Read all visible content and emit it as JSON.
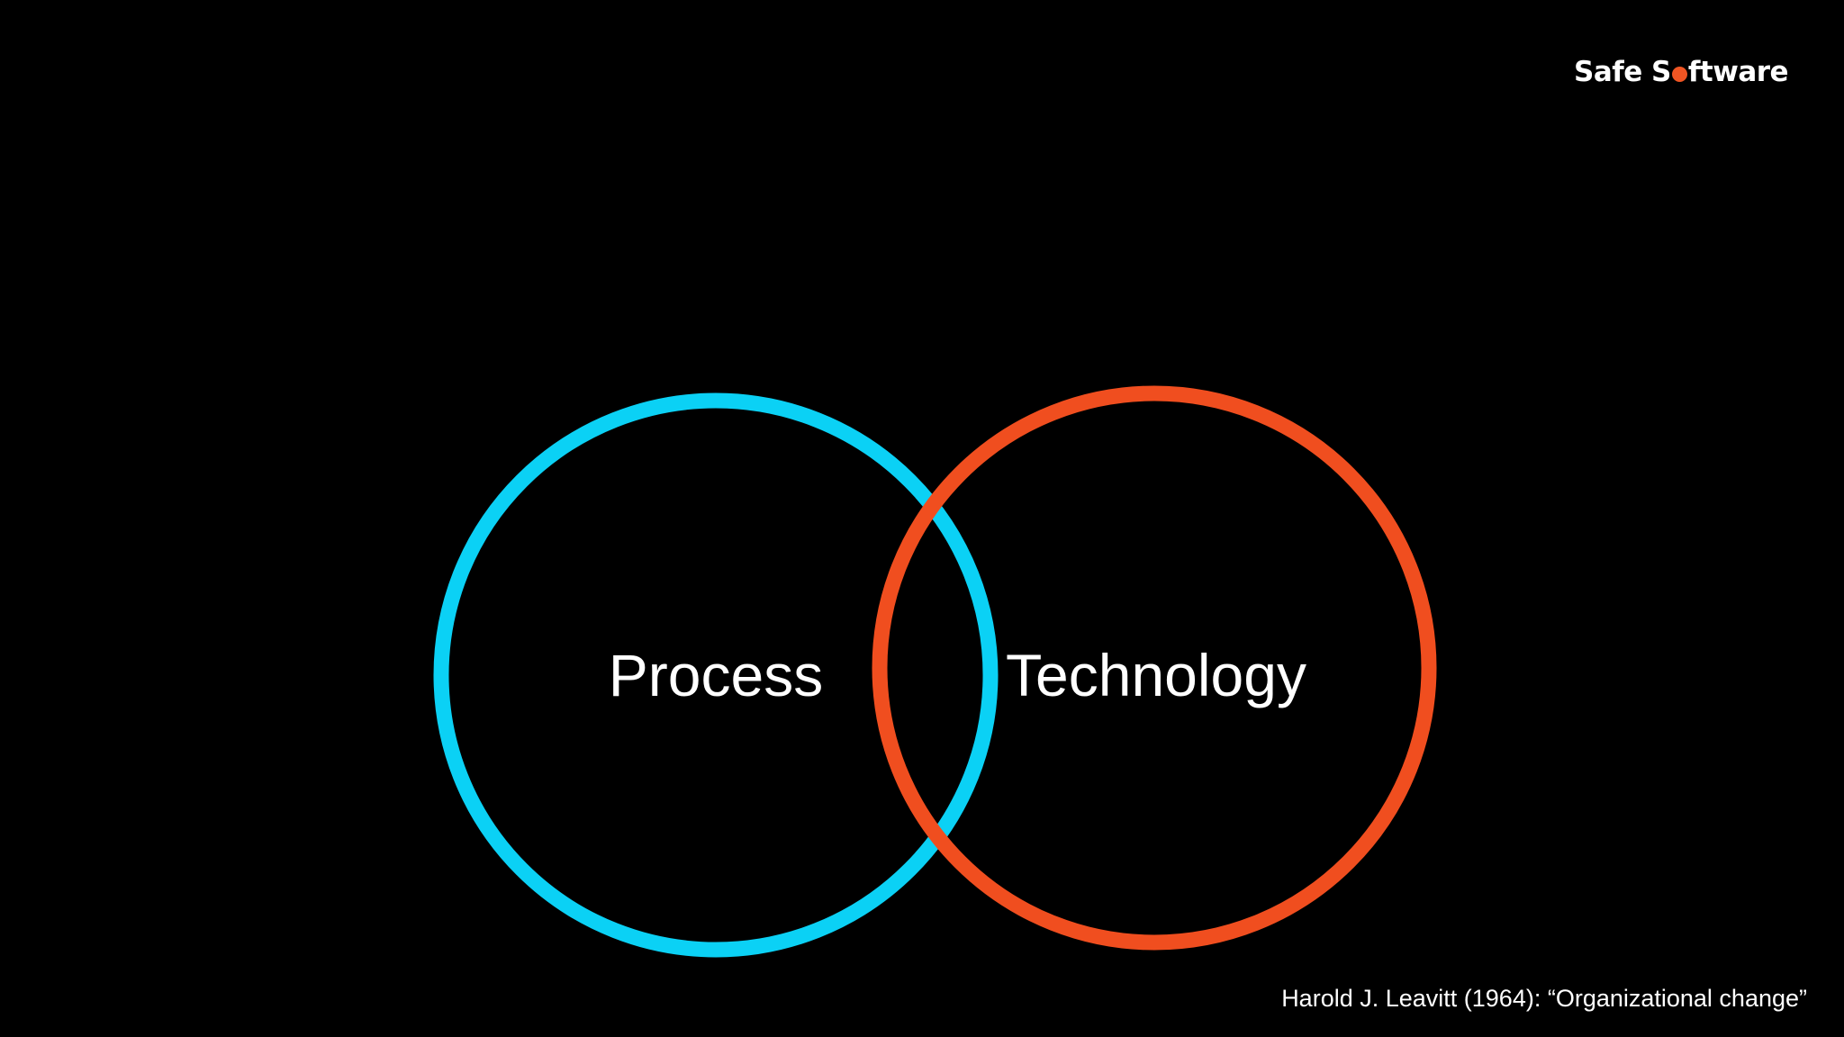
{
  "logo": {
    "text_before": "Safe S",
    "text_after": "ftware",
    "dot_color": "#f05523"
  },
  "diagram": {
    "circles": [
      {
        "label": "Process",
        "color": "#0bd1f5"
      },
      {
        "label": "Technology",
        "color": "#f04e1f"
      }
    ]
  },
  "citation": "Harold J. Leavitt (1964): “Organizational change”"
}
